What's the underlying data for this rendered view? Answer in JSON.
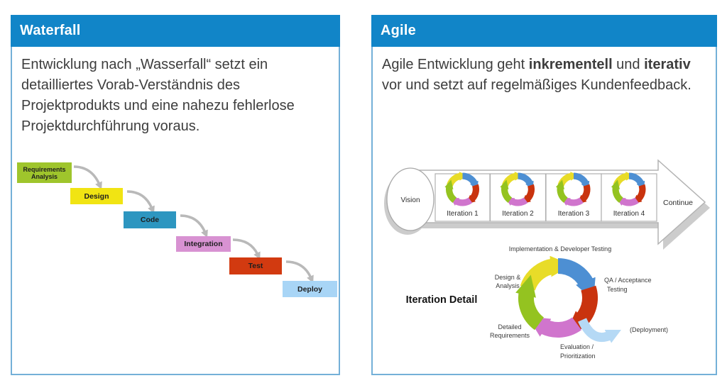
{
  "colors": {
    "header_bg": "#1185c8",
    "panel_border": "#74b0d8",
    "text_dark": "#3d3d3d"
  },
  "waterfall": {
    "title": "Waterfall",
    "description": "Entwicklung nach „Wasserfall“ setzt ein detailliertes Vorab-Verständnis des Projektprodukts und eine nahezu fehlerlose Projektdurchführung voraus.",
    "steps": [
      {
        "label": "Requirements Analysis",
        "color": "#9fc52c"
      },
      {
        "label": "Design",
        "color": "#f1e413"
      },
      {
        "label": "Code",
        "color": "#2d96c0"
      },
      {
        "label": "Integration",
        "color": "#d892d2"
      },
      {
        "label": "Test",
        "color": "#d23a10"
      },
      {
        "label": "Deploy",
        "color": "#a8d5f6"
      }
    ]
  },
  "agile": {
    "title": "Agile",
    "text_segments": [
      {
        "text": "Agile Entwicklung geht ",
        "bold": false
      },
      {
        "text": "inkrementell",
        "bold": true
      },
      {
        "text": " und ",
        "bold": false
      },
      {
        "text": "iterativ",
        "bold": true
      },
      {
        "text": " vor und setzt auf regelmäßiges Kundenfeedback.",
        "bold": false
      }
    ],
    "flow": {
      "start": "Vision",
      "iterations": [
        "Iteration 1",
        "Iteration 2",
        "Iteration 3",
        "Iteration 4"
      ],
      "end": "Continue"
    },
    "detail": {
      "title": "Iteration Detail",
      "implementation": "Implementation & Developer Testing",
      "qa_line1": "QA / Acceptance",
      "qa_line2": "Testing",
      "deployment": "(Deployment)",
      "evaluation_line1": "Evaluation /",
      "evaluation_line2": "Prioritization",
      "requirements_line1": "Detailed",
      "requirements_line2": "Requirements",
      "design_line1": "Design &",
      "design_line2": "Analysis"
    },
    "cycle_colors": {
      "blue": "#4d8fd3",
      "red": "#c9330e",
      "magenta": "#d075cd",
      "green": "#94c320",
      "yellow": "#e8dc28",
      "deploy_arrow": "#b5d9f5"
    }
  }
}
